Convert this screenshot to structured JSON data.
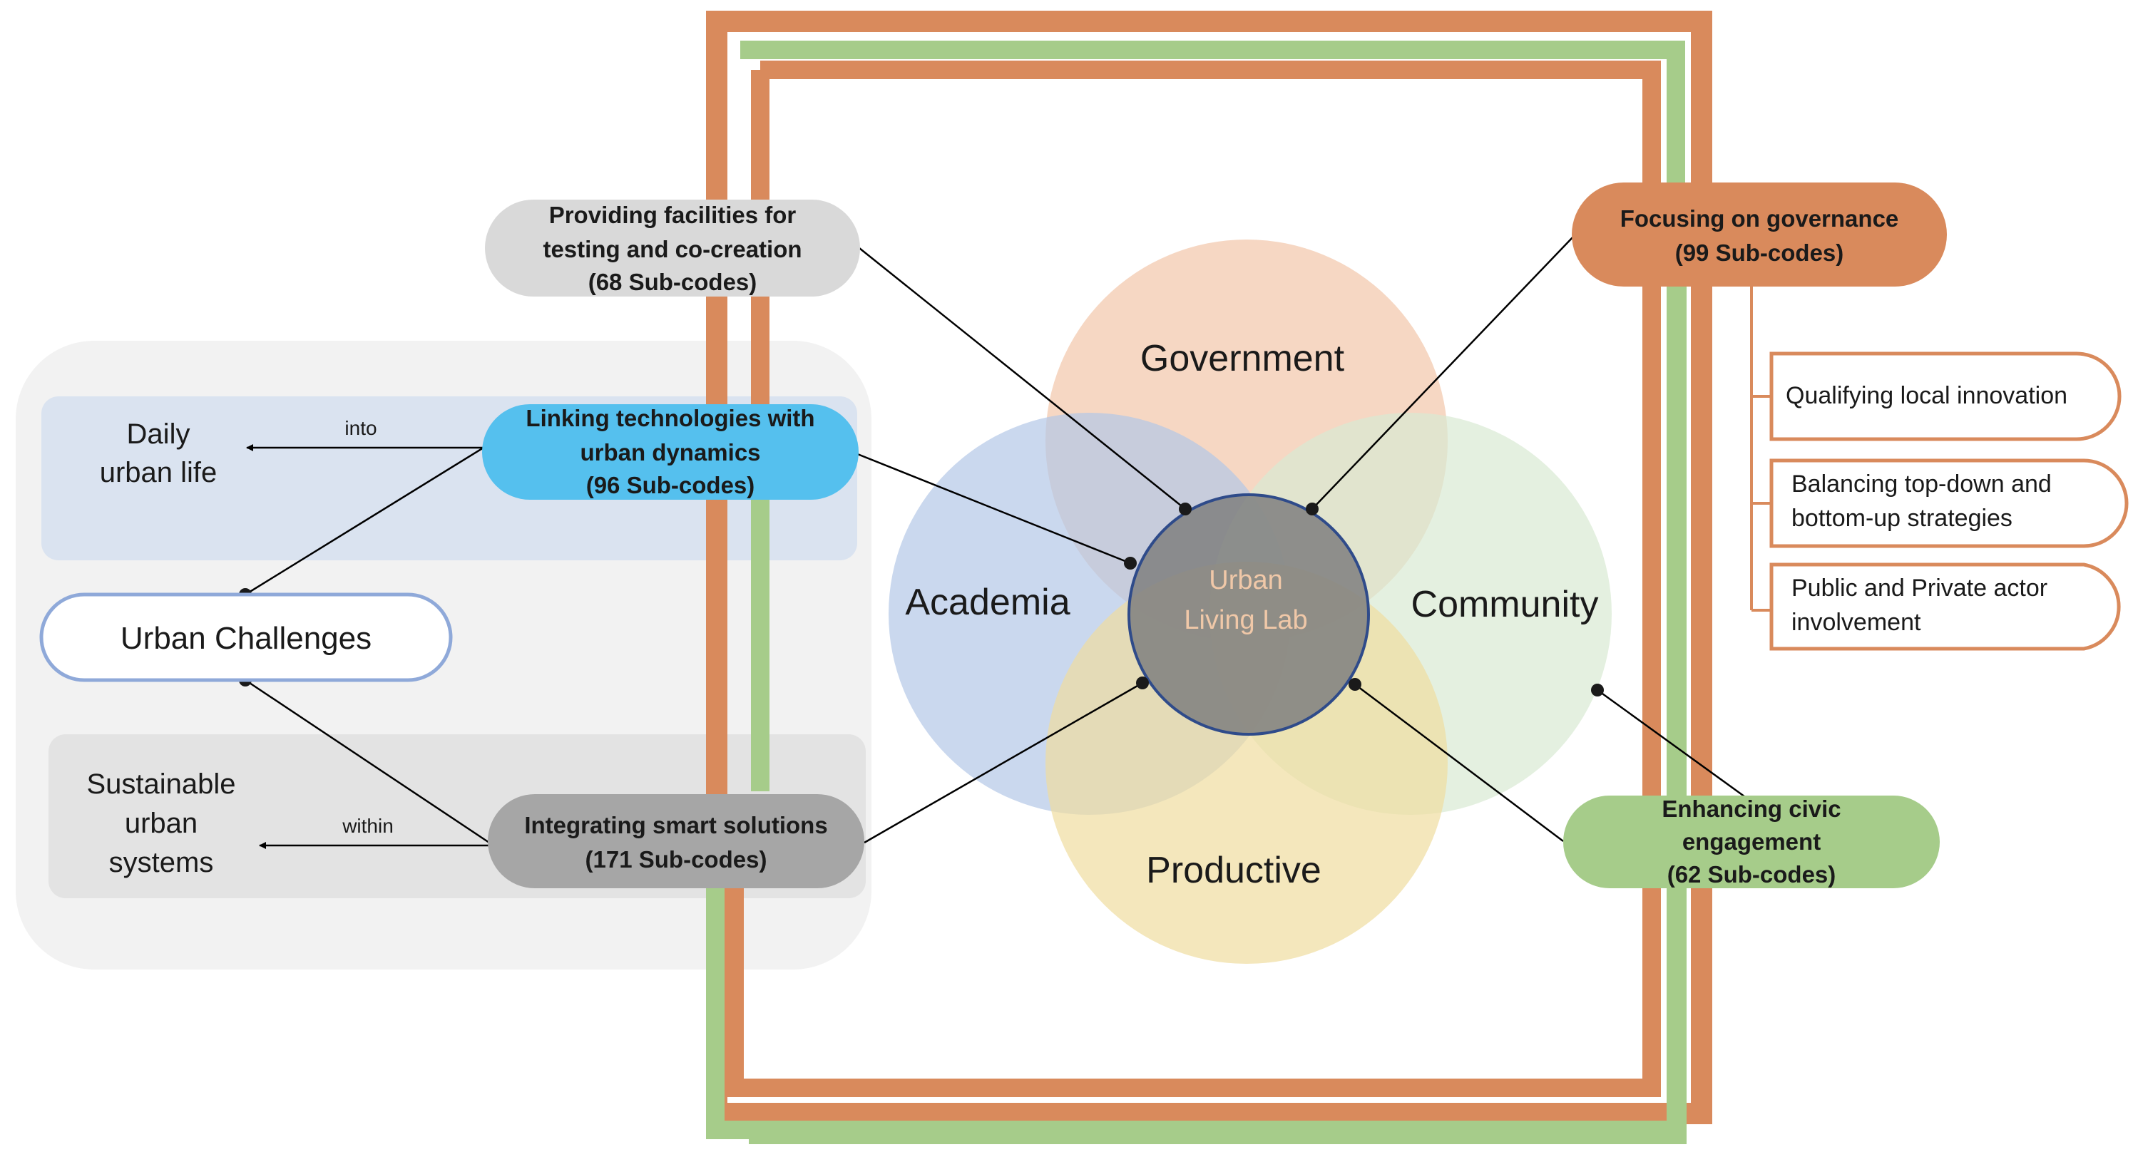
{
  "center": {
    "line1": "Urban",
    "line2": "Living Lab"
  },
  "actors": {
    "government": "Government",
    "academia": "Academia",
    "community": "Community",
    "productive": "Productive"
  },
  "themes": {
    "facilities": {
      "line1": "Providing facilities for",
      "line2": "testing and co-creation",
      "line3": "(68 Sub-codes)"
    },
    "linking": {
      "line1": "Linking technologies with",
      "line2": "urban dynamics",
      "line3": "(96 Sub-codes)"
    },
    "integrating": {
      "line1": "Integrating smart solutions",
      "line2": "(171 Sub-codes)"
    },
    "governance": {
      "line1": "Focusing on governance",
      "line2": "(99 Sub-codes)"
    },
    "civic": {
      "line1": "Enhancing civic",
      "line2": "engagement",
      "line3": "(62 Sub-codes)"
    }
  },
  "governance_items": [
    {
      "line1": "Qualifying local innovation",
      "line2": ""
    },
    {
      "line1": "Balancing top-down and",
      "line2": "bottom-up strategies"
    },
    {
      "line1": "Public and Private actor",
      "line2": "involvement"
    }
  ],
  "left_panel": {
    "daily": {
      "line1": "Daily",
      "line2": "urban life"
    },
    "into": "into",
    "challenges": "Urban Challenges",
    "sustainable": {
      "line1": "Sustainable",
      "line2": "urban",
      "line3": "systems"
    },
    "within": "within"
  },
  "colors": {
    "orange": "#d98a5c",
    "green": "#a6cc8a",
    "blue_pill": "#55c0ee",
    "grey_pill": "#a6a6a6",
    "light_pill": "#d9d9d9",
    "center_fill": "#7f7f7f",
    "center_stroke": "#2f4b8a",
    "center_text": "#f0c8a8",
    "government": "#f2c6aa",
    "academia": "#b4c7e7",
    "community": "#d9ead3",
    "productive": "#efdda0"
  }
}
